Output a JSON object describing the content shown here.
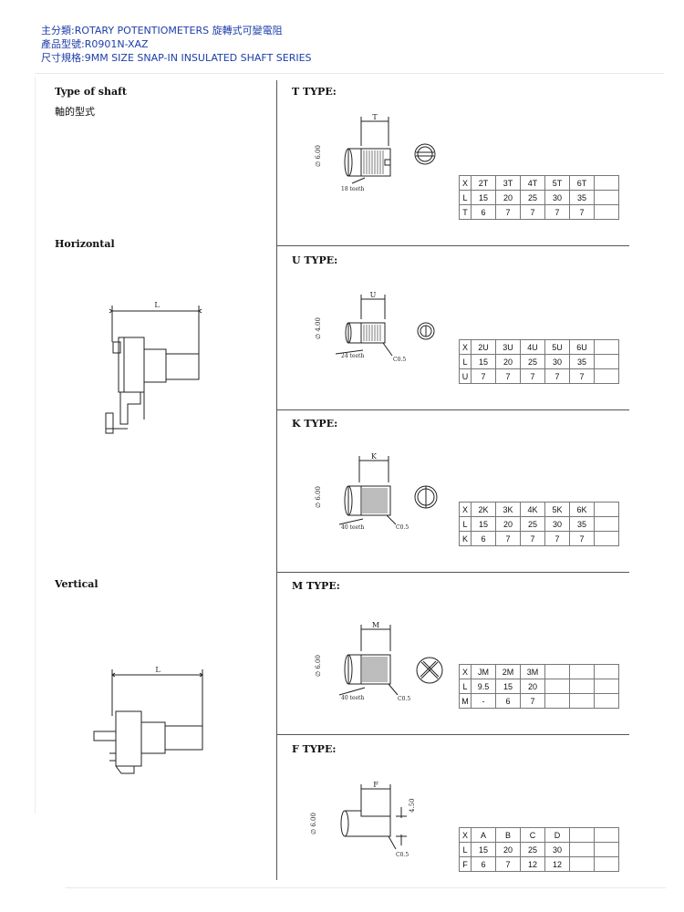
{
  "header": {
    "line1": "主分類:ROTARY POTENTIOMETERS 旋轉式可變電阻",
    "line2": "產品型號:R0901N-XAZ",
    "line3": "尺寸規格:9MM SIZE SNAP-IN INSULATED SHAFT SERIES"
  },
  "left": {
    "type_of_shaft": "Type of shaft",
    "type_of_shaft_zh": "軸的型式",
    "horizontal": "Horizontal",
    "vertical": "Vertical",
    "horizontal_dim": "L",
    "vertical_dim": "L"
  },
  "types": [
    {
      "title": "T TYPE:",
      "dim_label": "T",
      "diameter": "∅ 6.00",
      "teeth": "18 teeth",
      "chamfer": "",
      "side_dim": "",
      "table": [
        [
          "X",
          "2T",
          "3T",
          "4T",
          "5T",
          "6T",
          ""
        ],
        [
          "L",
          "15",
          "20",
          "25",
          "30",
          "35",
          ""
        ],
        [
          "T",
          "6",
          "7",
          "7",
          "7",
          "7",
          ""
        ]
      ]
    },
    {
      "title": "U TYPE:",
      "dim_label": "U",
      "diameter": "∅ 4.00",
      "teeth": "24 teeth",
      "chamfer": "C0.5",
      "side_dim": "",
      "table": [
        [
          "X",
          "2U",
          "3U",
          "4U",
          "5U",
          "6U",
          ""
        ],
        [
          "L",
          "15",
          "20",
          "25",
          "30",
          "35",
          ""
        ],
        [
          "U",
          "7",
          "7",
          "7",
          "7",
          "7",
          ""
        ]
      ]
    },
    {
      "title": "K TYPE:",
      "dim_label": "K",
      "diameter": "∅ 6.00",
      "teeth": "40 teeth",
      "chamfer": "C0.5",
      "side_dim": "",
      "table": [
        [
          "X",
          "2K",
          "3K",
          "4K",
          "5K",
          "6K",
          ""
        ],
        [
          "L",
          "15",
          "20",
          "25",
          "30",
          "35",
          ""
        ],
        [
          "K",
          "6",
          "7",
          "7",
          "7",
          "7",
          ""
        ]
      ]
    },
    {
      "title": "M TYPE:",
      "dim_label": "M",
      "diameter": "∅ 6.00",
      "teeth": "40 teeth",
      "chamfer": "C0.5",
      "side_dim": "",
      "table": [
        [
          "X",
          "JM",
          "2M",
          "3M",
          "",
          "",
          ""
        ],
        [
          "L",
          "9.5",
          "15",
          "20",
          "",
          "",
          ""
        ],
        [
          "M",
          "-",
          "6",
          "7",
          "",
          "",
          ""
        ]
      ]
    },
    {
      "title": "F TYPE:",
      "dim_label": "F",
      "diameter": "∅ 6.00",
      "teeth": "",
      "chamfer": "C0.5",
      "side_dim": "4.50",
      "table": [
        [
          "X",
          "A",
          "B",
          "C",
          "D",
          "",
          ""
        ],
        [
          "L",
          "15",
          "20",
          "25",
          "30",
          "",
          ""
        ],
        [
          "F",
          "6",
          "7",
          "12",
          "12",
          "",
          ""
        ]
      ]
    }
  ]
}
